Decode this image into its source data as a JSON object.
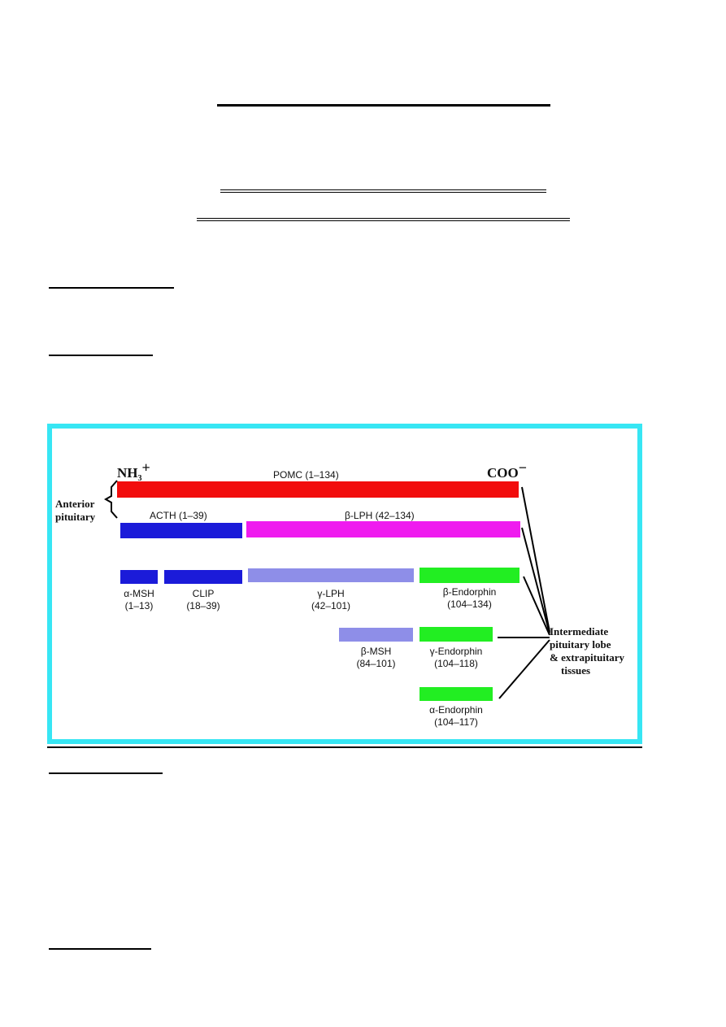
{
  "diagram": {
    "terminals": {
      "n_main": "NH",
      "n_sub": "3",
      "n_sup": "+",
      "c_main": "COO",
      "c_sup": "−"
    },
    "side_labels": {
      "anterior": [
        "Anterior",
        "pituitary"
      ],
      "intermediate": [
        "Intermediate",
        "pituitary lobe",
        "& extrapituitary",
        "tissues"
      ]
    },
    "colors": {
      "pomc": "#f20d0d",
      "acth": "#1b1bd9",
      "lph": "#ef1bef",
      "light_blue": "#8e8ee8",
      "green": "#22ee22",
      "frame": "#37e6f4"
    },
    "fragments": {
      "pomc": {
        "name": "POMC (1–134)"
      },
      "acth": {
        "name": "ACTH (1–39)"
      },
      "beta_lph": {
        "name": "β-LPH (42–134)"
      },
      "alpha_msh": {
        "name": "α-MSH",
        "range": "(1–13)"
      },
      "clip": {
        "name": "CLIP",
        "range": "(18–39)"
      },
      "gamma_lph": {
        "name": "γ-LPH",
        "range": "(42–101)"
      },
      "beta_endorphin": {
        "name": "β-Endorphin",
        "range": "(104–134)"
      },
      "beta_msh": {
        "name": "β-MSH",
        "range": "(84–101)"
      },
      "gamma_endorphin": {
        "name": "γ-Endorphin",
        "range": "(104–118)"
      },
      "alpha_endorphin": {
        "name": "α-Endorphin",
        "range": "(104–117)"
      }
    }
  }
}
